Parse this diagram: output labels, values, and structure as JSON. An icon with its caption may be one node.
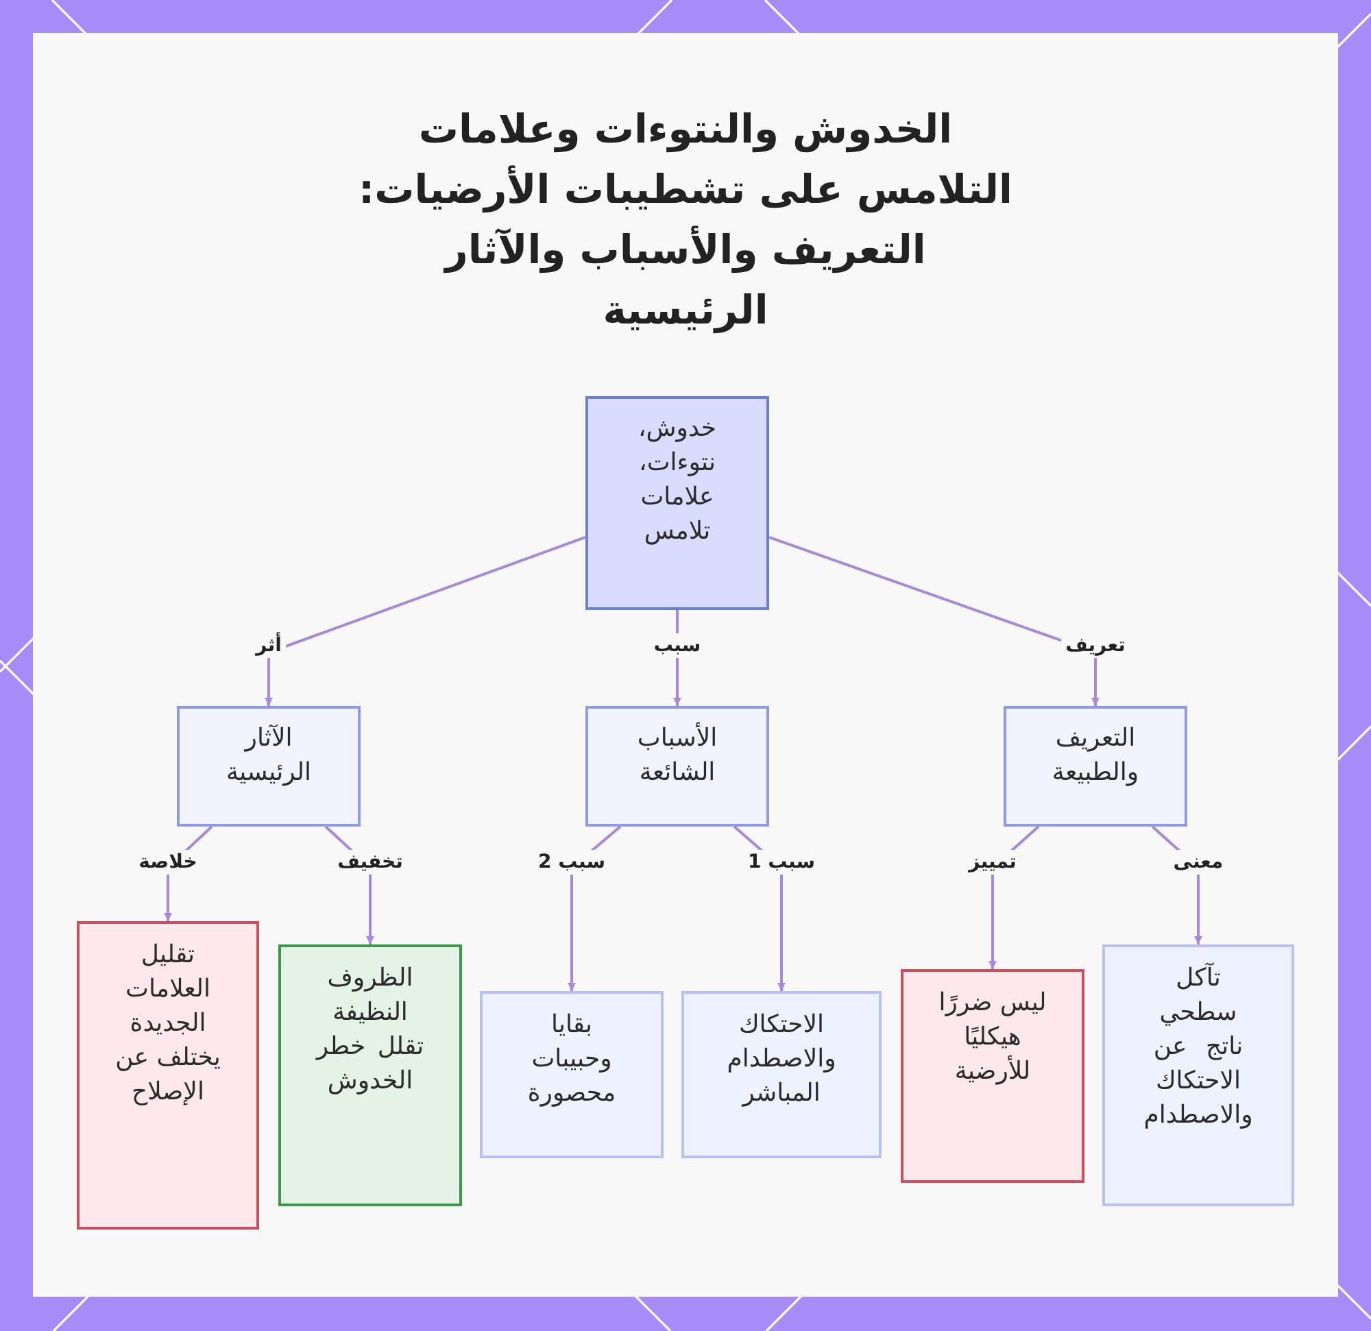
{
  "diagram": {
    "title": "الخدوش والنتوءات وعلامات التلامس على تشطيبات الأرضيات: التعريف والأسباب والآثار الرئيسية",
    "nodes": [
      {
        "text": [
          "خدوش، نتوءات، علامات تلامس"
        ]
      },
      {
        "text": [
          "التعريف والطبيعة"
        ]
      },
      {
        "text": [
          "الأسباب الشائعة"
        ]
      },
      {
        "text": [
          "الآثار الرئيسية"
        ]
      },
      {
        "text": [
          "تآكل سطحي ناتج عن الاحتكاك والاصطدام"
        ]
      },
      {
        "text": [
          "ليس ضررًا هيكليًا للأرضية"
        ]
      },
      {
        "text": [
          "الاحتكاك والاصطدام المباشر"
        ]
      },
      {
        "text": [
          "بقايا وحبيبات محصورة"
        ]
      },
      {
        "text": [
          "الظروف النظيفة تقلل خطر الخدوش"
        ]
      },
      {
        "text": [
          "تقليل العلامات الجديدة يختلف عن الإصلاح"
        ]
      }
    ],
    "edges": [
      {
        "from": 0,
        "to": 1,
        "arrow": "to",
        "label": "تعريف"
      },
      {
        "from": 0,
        "to": 2,
        "arrow": "to",
        "label": "سبب"
      },
      {
        "from": 0,
        "to": 3,
        "arrow": "to",
        "label": "أثر"
      },
      {
        "from": 1,
        "to": 4,
        "arrow": "to",
        "label": "معنى"
      },
      {
        "from": 1,
        "to": 5,
        "arrow": "to",
        "label": "تمييز"
      },
      {
        "from": 2,
        "to": 6,
        "arrow": "to",
        "label": "سبب 1"
      },
      {
        "from": 2,
        "to": 7,
        "arrow": "to",
        "label": "سبب 2"
      },
      {
        "from": 3,
        "to": 8,
        "arrow": "to",
        "label": "تخفيف"
      },
      {
        "from": 3,
        "to": 9,
        "arrow": "to",
        "label": "خلاصة"
      }
    ]
  }
}
